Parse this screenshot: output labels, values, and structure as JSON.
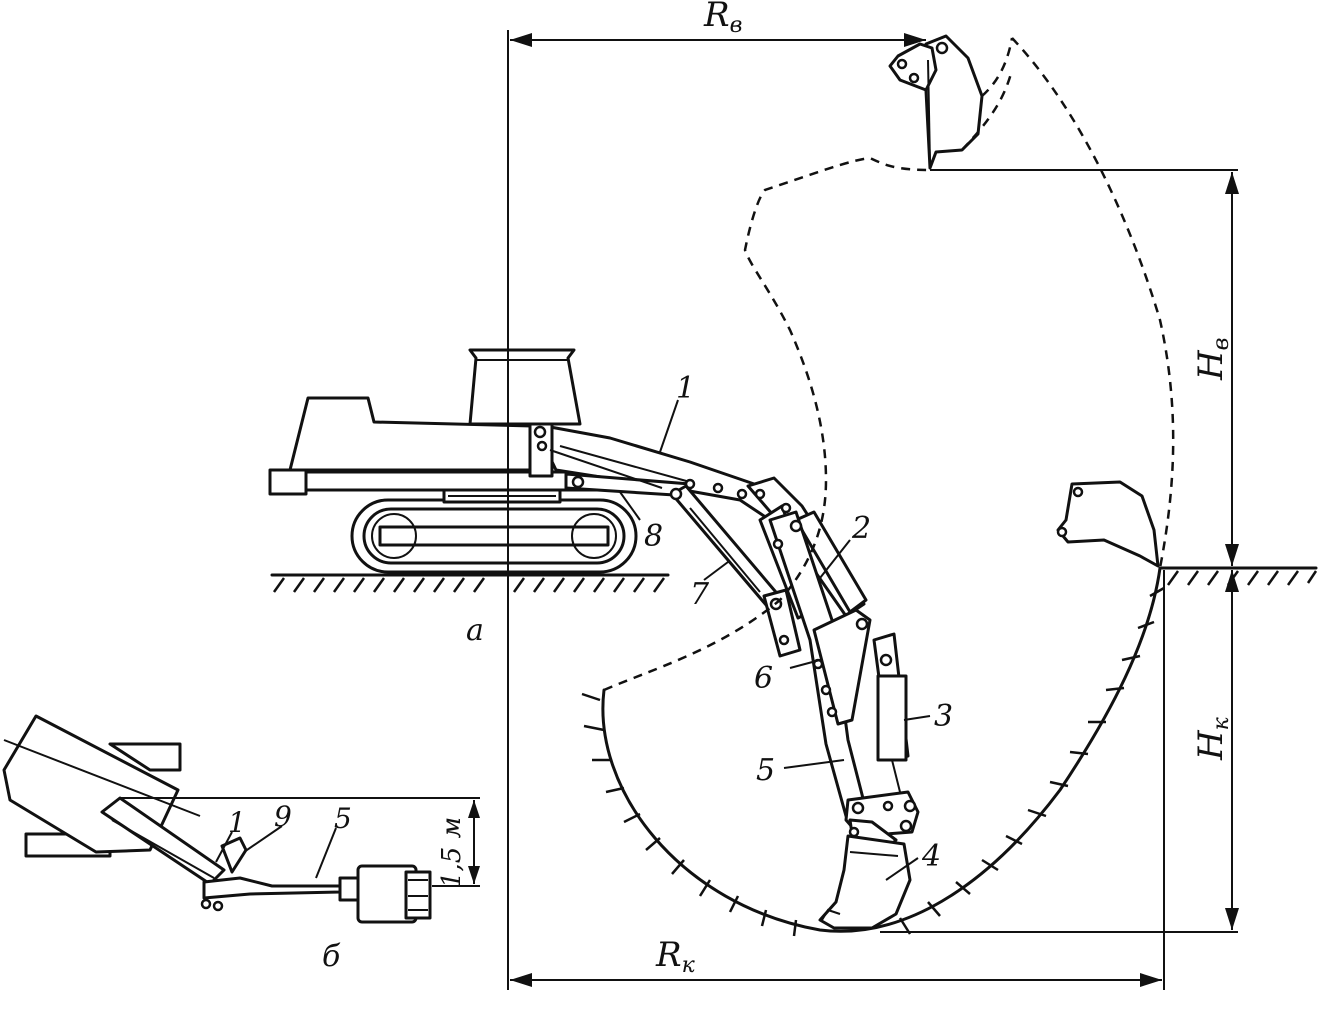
{
  "figure": {
    "dimensions": {
      "r_unload": {
        "main": "R",
        "sub": "в"
      },
      "h_unload": {
        "main": "H",
        "sub": "в"
      },
      "h_dig": {
        "main": "H",
        "sub": "к"
      },
      "r_dig": {
        "main": "R",
        "sub": "к"
      },
      "height_small": "1,5 м"
    },
    "view_labels": {
      "a": "а",
      "b": "б"
    },
    "part_labels": {
      "p1": "1",
      "p2": "2",
      "p3": "3",
      "p4": "4",
      "p5": "5",
      "p6": "6",
      "p7": "7",
      "p8": "8"
    },
    "small_labels": {
      "s1": "1",
      "s9": "9",
      "s5": "5"
    }
  }
}
